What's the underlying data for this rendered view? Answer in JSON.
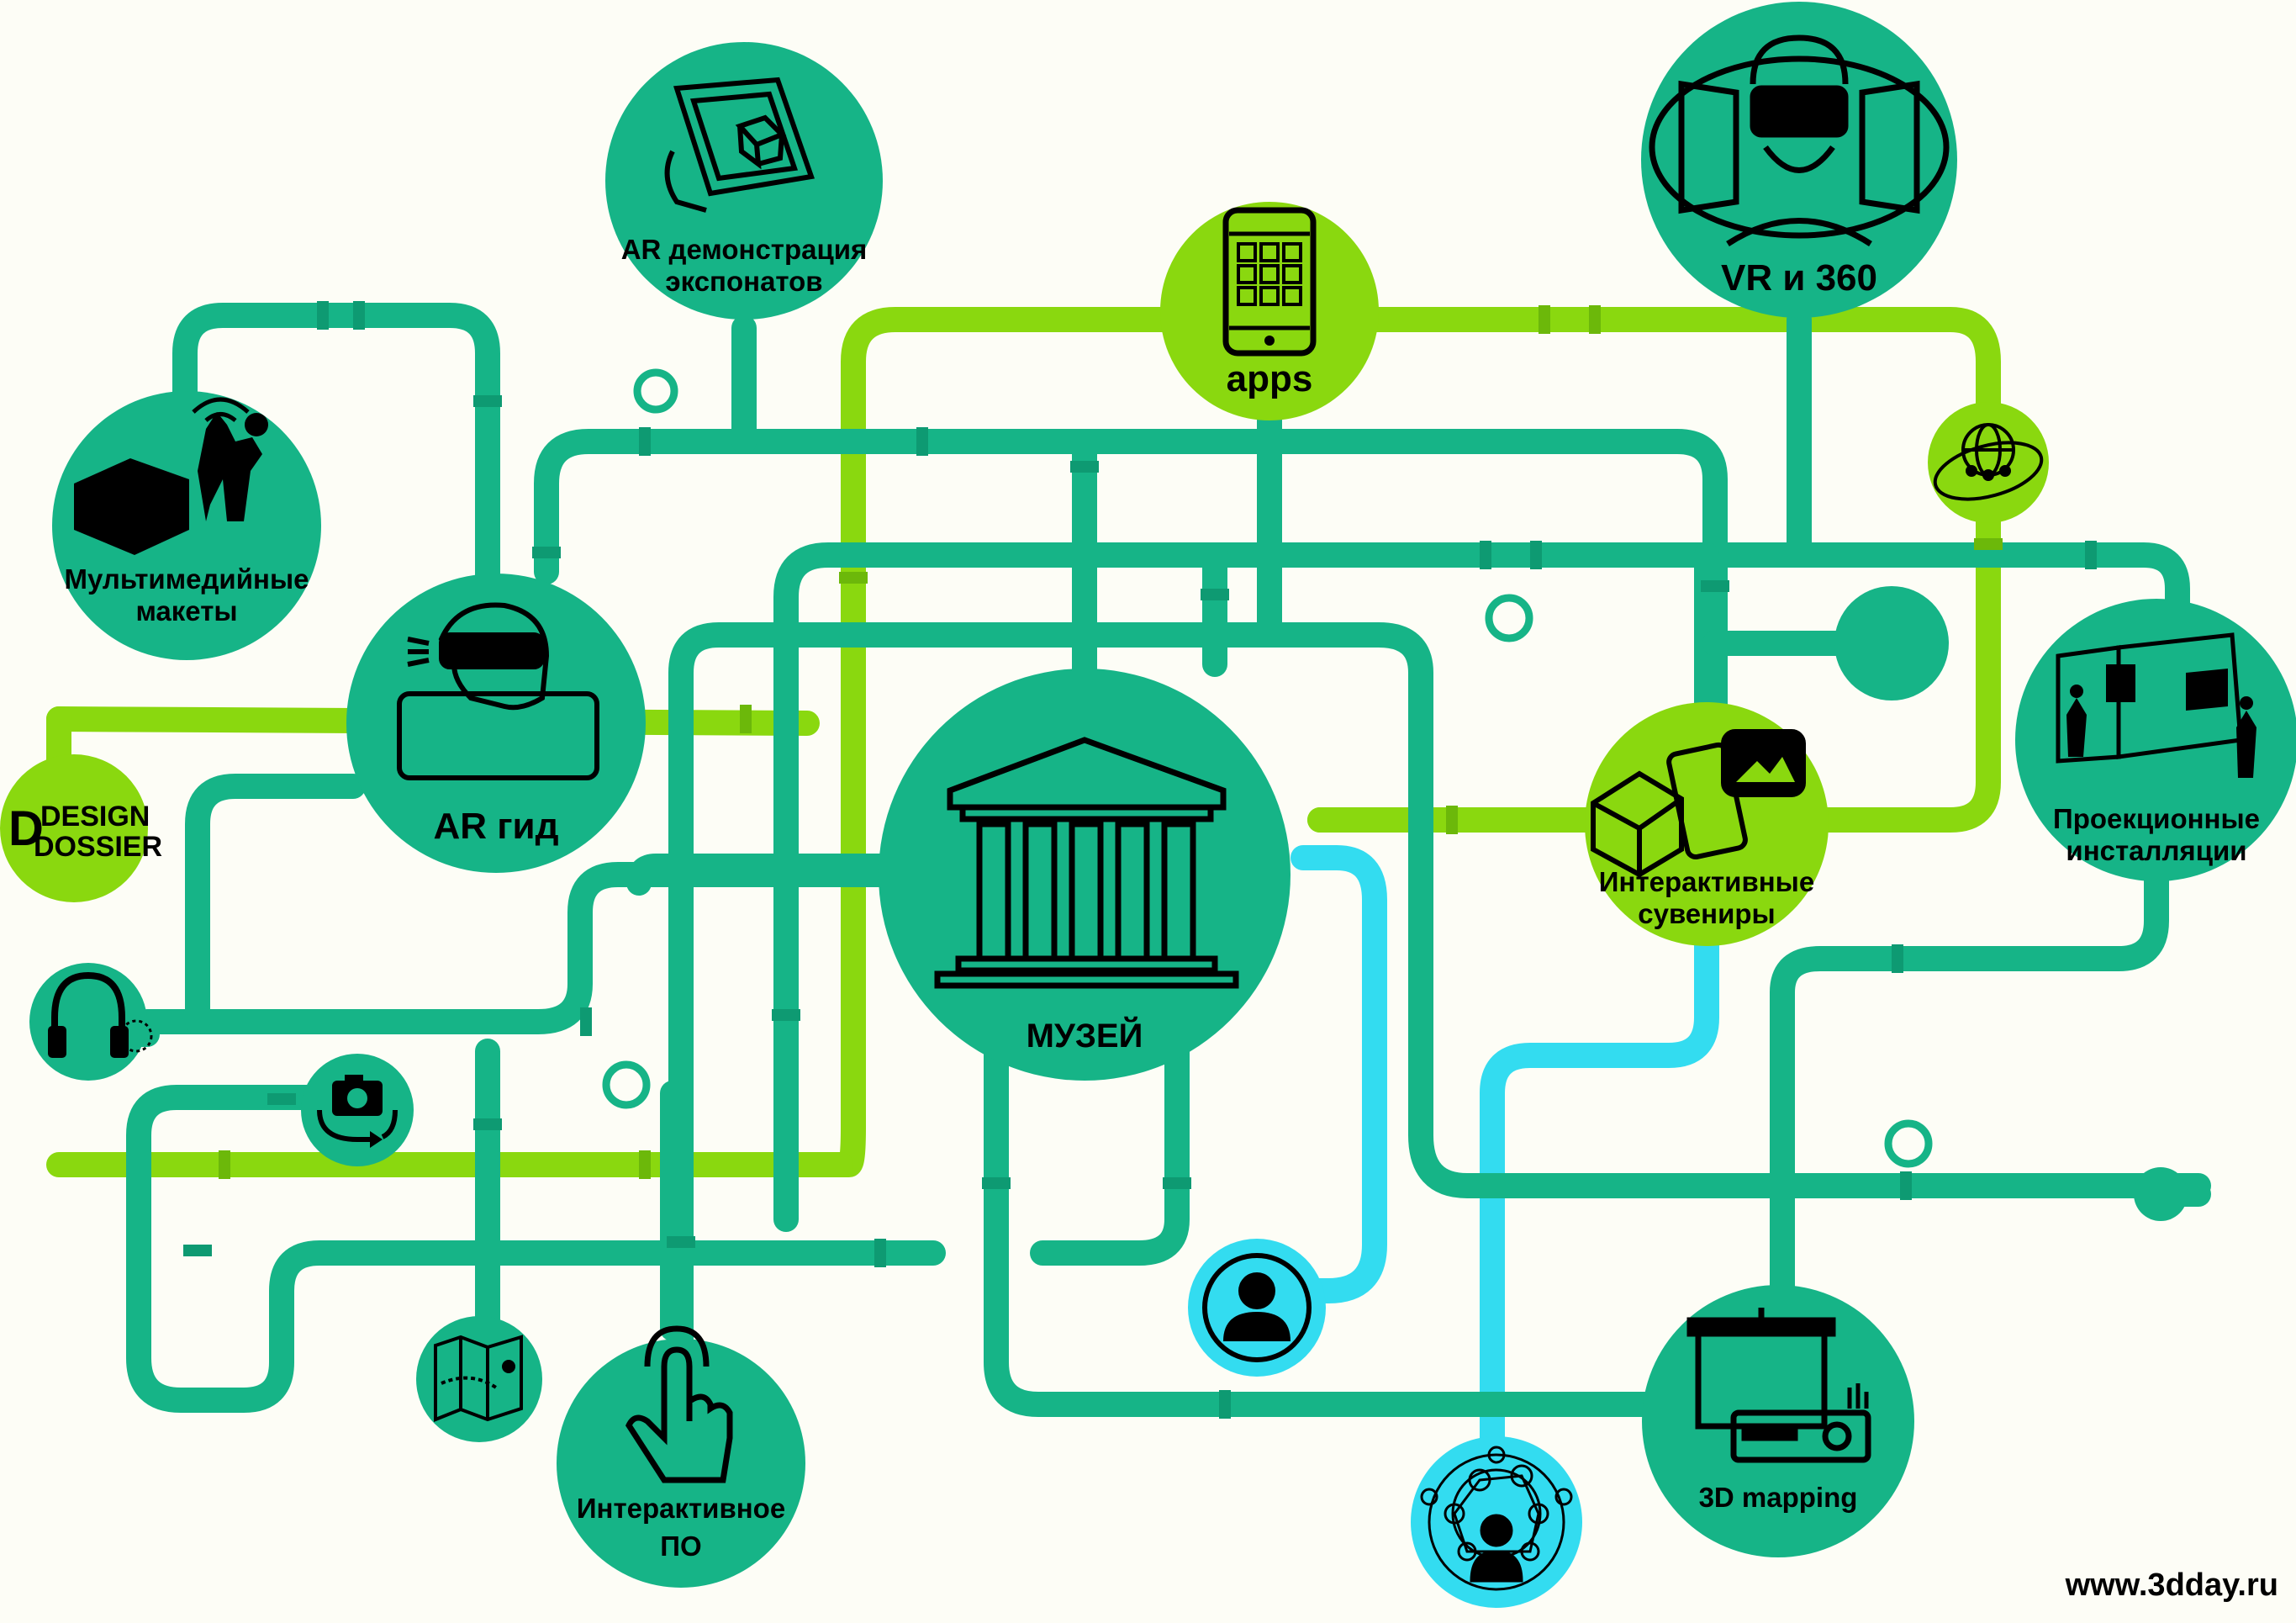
{
  "colors": {
    "pipe": "#16b487",
    "pipe_dark": "#0e9a72",
    "green_pipe": "#8ad80f",
    "blue_pipe": "#33dcf0",
    "node": "#16b487",
    "node_green": "#8ad80f",
    "node_blue": "#33dcf0",
    "background": "#fdfdf6"
  },
  "nodes": {
    "ar_exhibits": {
      "line1": "AR демонстрация",
      "line2": "экспонатов",
      "icon": "tablet-ar-cube-icon"
    },
    "apps": {
      "label": "apps",
      "icon": "smartphone-apps-icon"
    },
    "vr360": {
      "label": "VR и 360",
      "icon": "vr-headset-icon"
    },
    "multimedia": {
      "line1": "Мультимедийные",
      "line2": "макеты",
      "icon": "building-model-icon"
    },
    "ar_guide": {
      "label": "AR гид",
      "icon": "ar-glasses-icon"
    },
    "design_dossier": {
      "line1": "DESIGN",
      "line2": "DOSSIER",
      "icon": "design-dossier-logo"
    },
    "audio": {
      "icon": "headphones-icon"
    },
    "camera": {
      "icon": "camera-rotate-icon"
    },
    "museum": {
      "label": "МУЗЕЙ",
      "icon": "museum-building-icon"
    },
    "souvenirs": {
      "line1": "Интерактивные",
      "line2": "сувениры",
      "icon": "cube-phone-souvenir-icon"
    },
    "projection": {
      "line1": "Проекционные",
      "line2": "инсталляции",
      "icon": "gallery-projection-icon"
    },
    "globe": {
      "icon": "globe-network-icon"
    },
    "person": {
      "icon": "person-avatar-icon"
    },
    "map": {
      "icon": "map-pin-icon"
    },
    "interactive_sw": {
      "line1": "Интерактивное",
      "line2": "ПО",
      "icon": "touch-hand-icon"
    },
    "mapping": {
      "label": "3D mapping",
      "icon": "projector-screen-icon"
    },
    "network": {
      "icon": "user-network-icon"
    },
    "empty_terminal": {
      "icon": "pipe-terminal"
    }
  },
  "footer": {
    "url": "www.3dday.ru"
  }
}
